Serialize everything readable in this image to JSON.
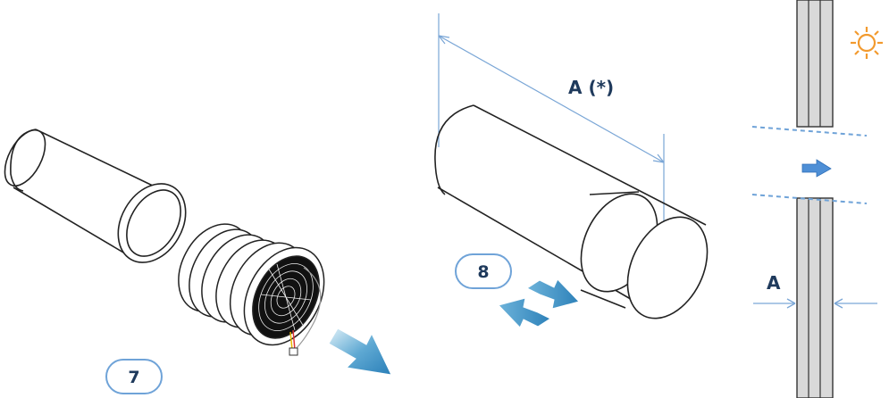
{
  "step_7": {
    "number": "7"
  },
  "step_8": {
    "number": "8"
  },
  "dimension_long": {
    "label": "A (*)"
  },
  "dimension_wall": {
    "label": "A"
  },
  "colors": {
    "outline": "#222222",
    "dimension_line": "#7aa6d6",
    "step_circle": "#6fa3d8",
    "label_text": "#1f3a5c",
    "arrow_fill": "#3a8fc4",
    "arrow_light": "#bfe0f0",
    "sun": "#f29a2e",
    "wall_fill": "#d9d9d9",
    "airflow_arrow": "#4e8fd6"
  },
  "icons": [
    "sun-icon",
    "airflow-arrow-icon",
    "move-arrows-icon",
    "pull-out-arrow-icon"
  ]
}
